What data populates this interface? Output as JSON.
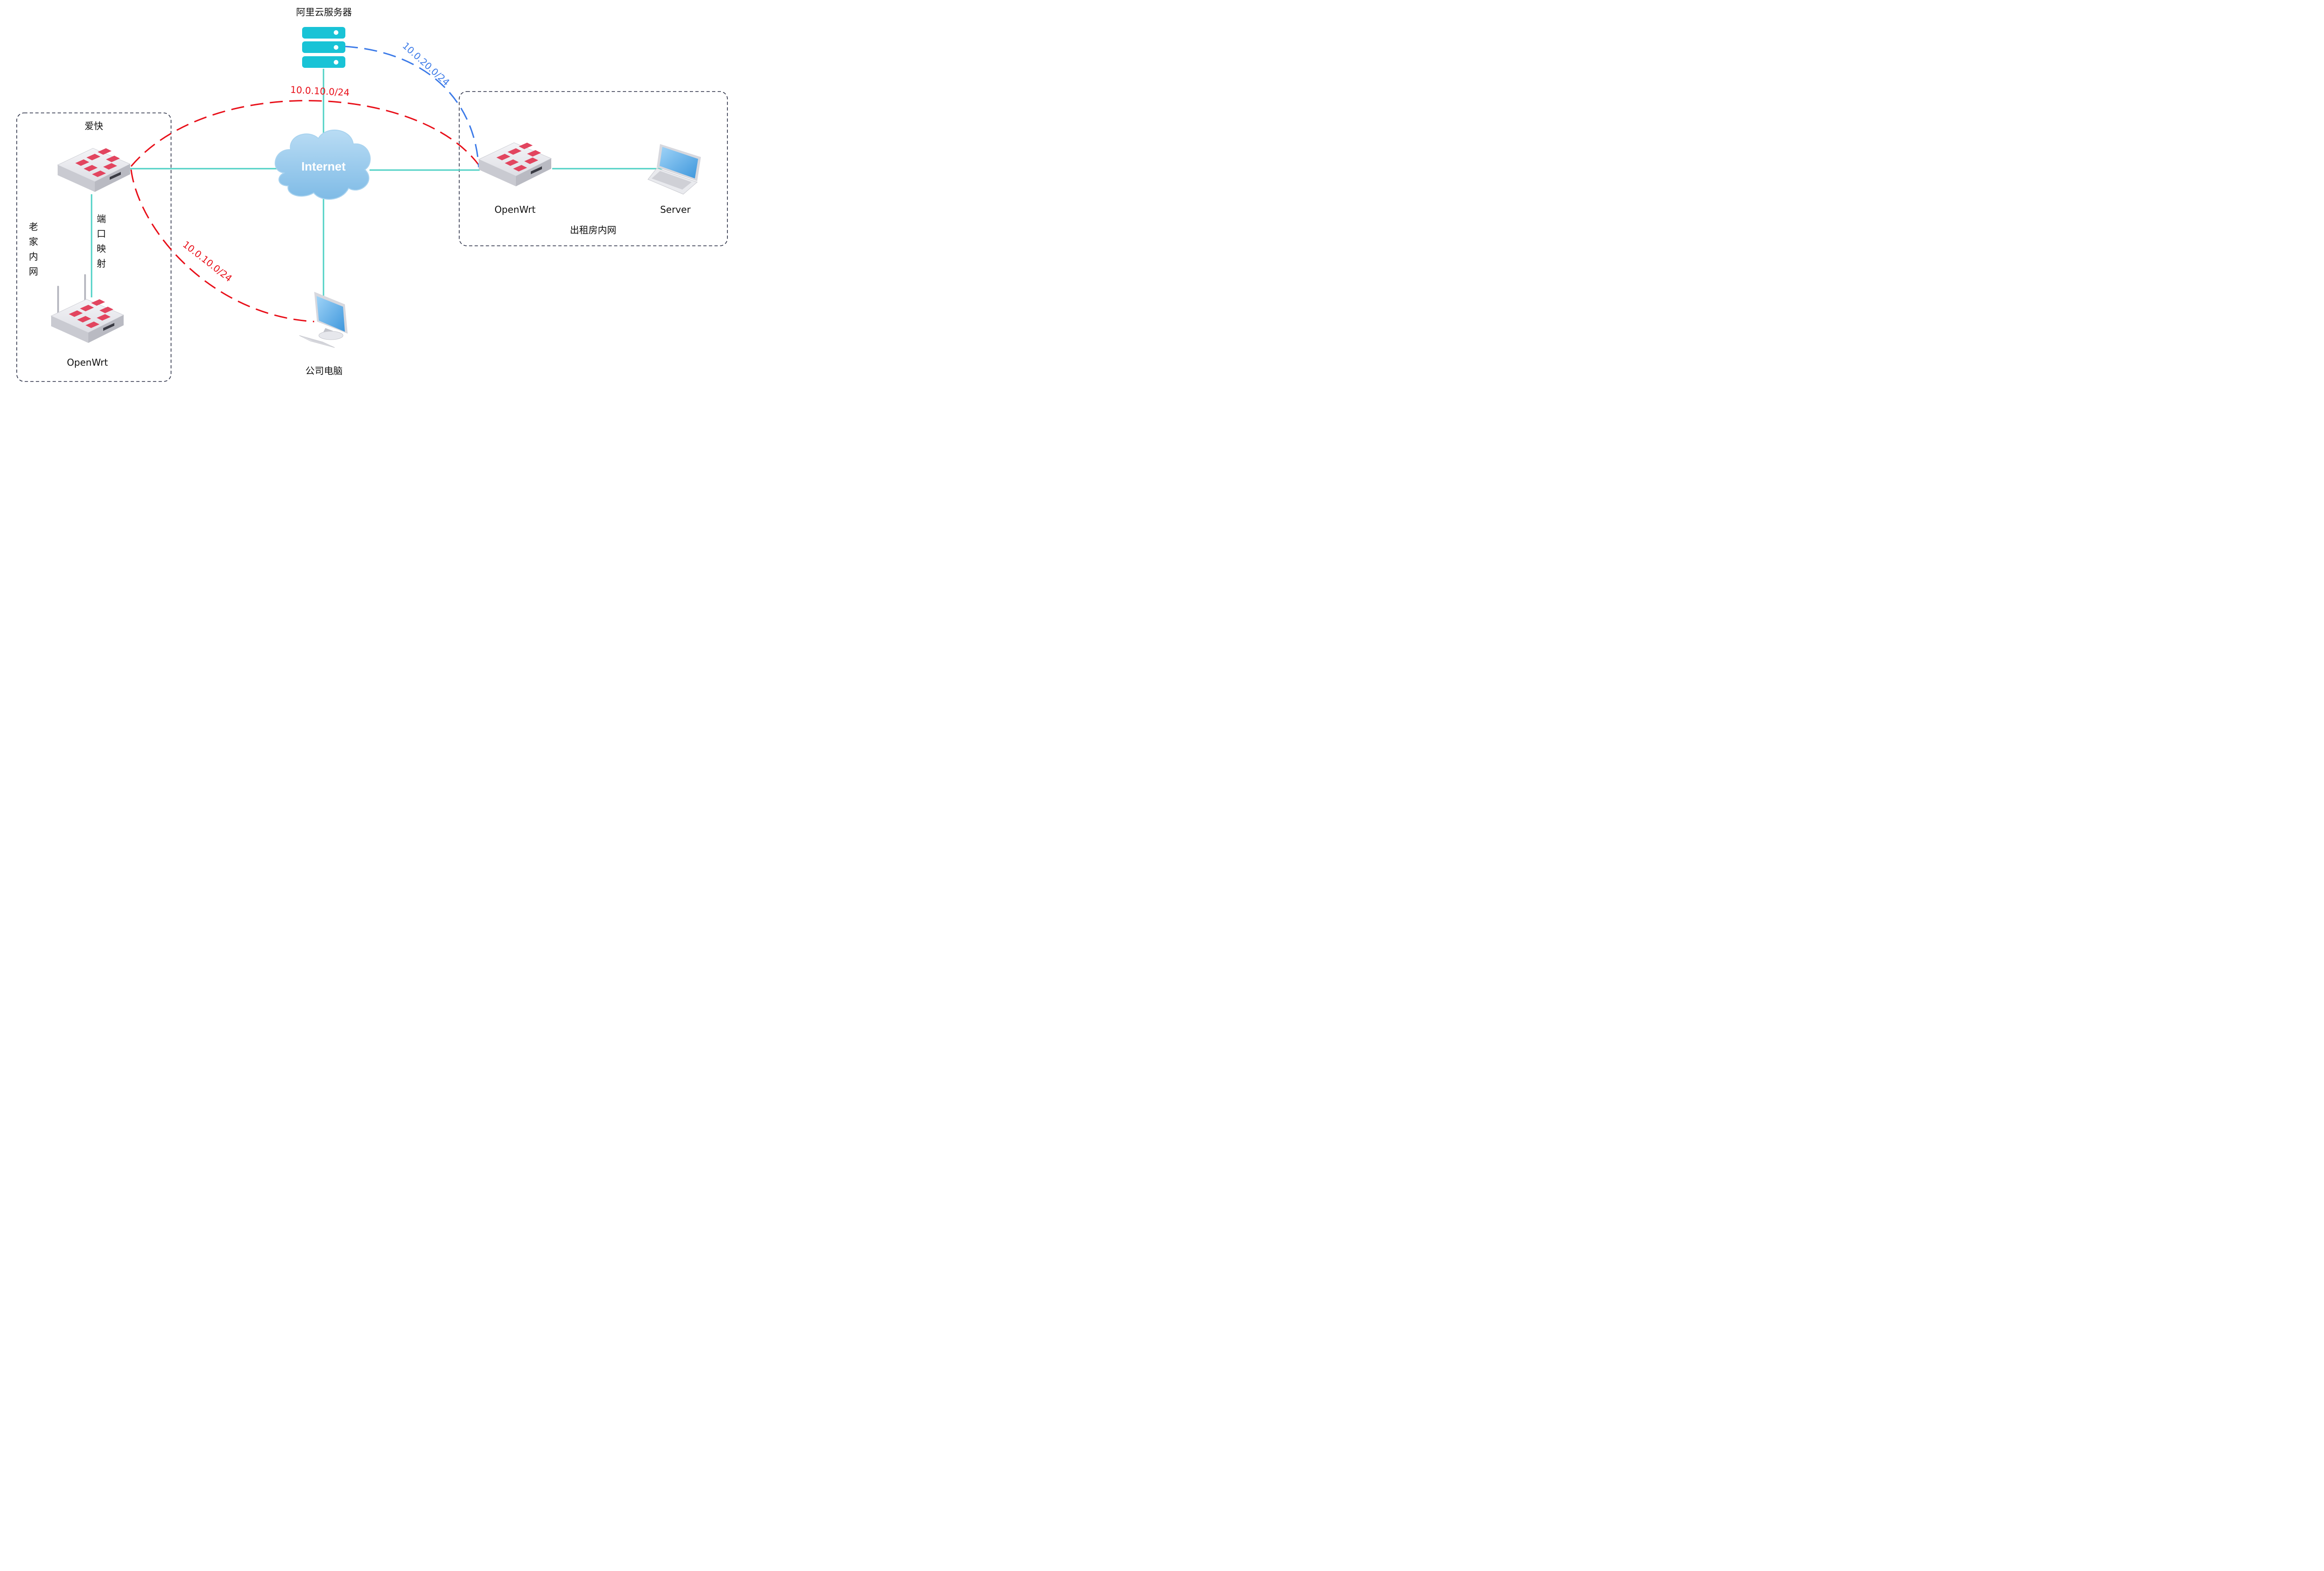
{
  "labels": {
    "cloud_server": "阿里云服务器",
    "internet": "Internet",
    "aikuai": "爱快",
    "port_mapping": [
      "端",
      "口",
      "映",
      "射"
    ],
    "home_lan": [
      "老",
      "家",
      "内",
      "网"
    ],
    "home_openwrt": "OpenWrt",
    "company_pc": "公司电脑",
    "rental_openwrt": "OpenWrt",
    "server": "Server",
    "rental_lan": "出租房内网"
  },
  "tunnels": {
    "red_top": "10.0.10.0/24",
    "red_bottom": "10.0.10.0/24",
    "blue": "10.0.20.0/24"
  },
  "colors": {
    "link": "#4fd1c5",
    "tunnel_red": "#e8101a",
    "tunnel_blue": "#3d7be8",
    "group_border": "#2a2f45",
    "server_cyan": "#19c3d6",
    "cloud_blue": "#8ec5ec",
    "router_body": "#e4e5ea",
    "router_mark": "#e2455f",
    "screen_blue": "#4aa6e8"
  }
}
